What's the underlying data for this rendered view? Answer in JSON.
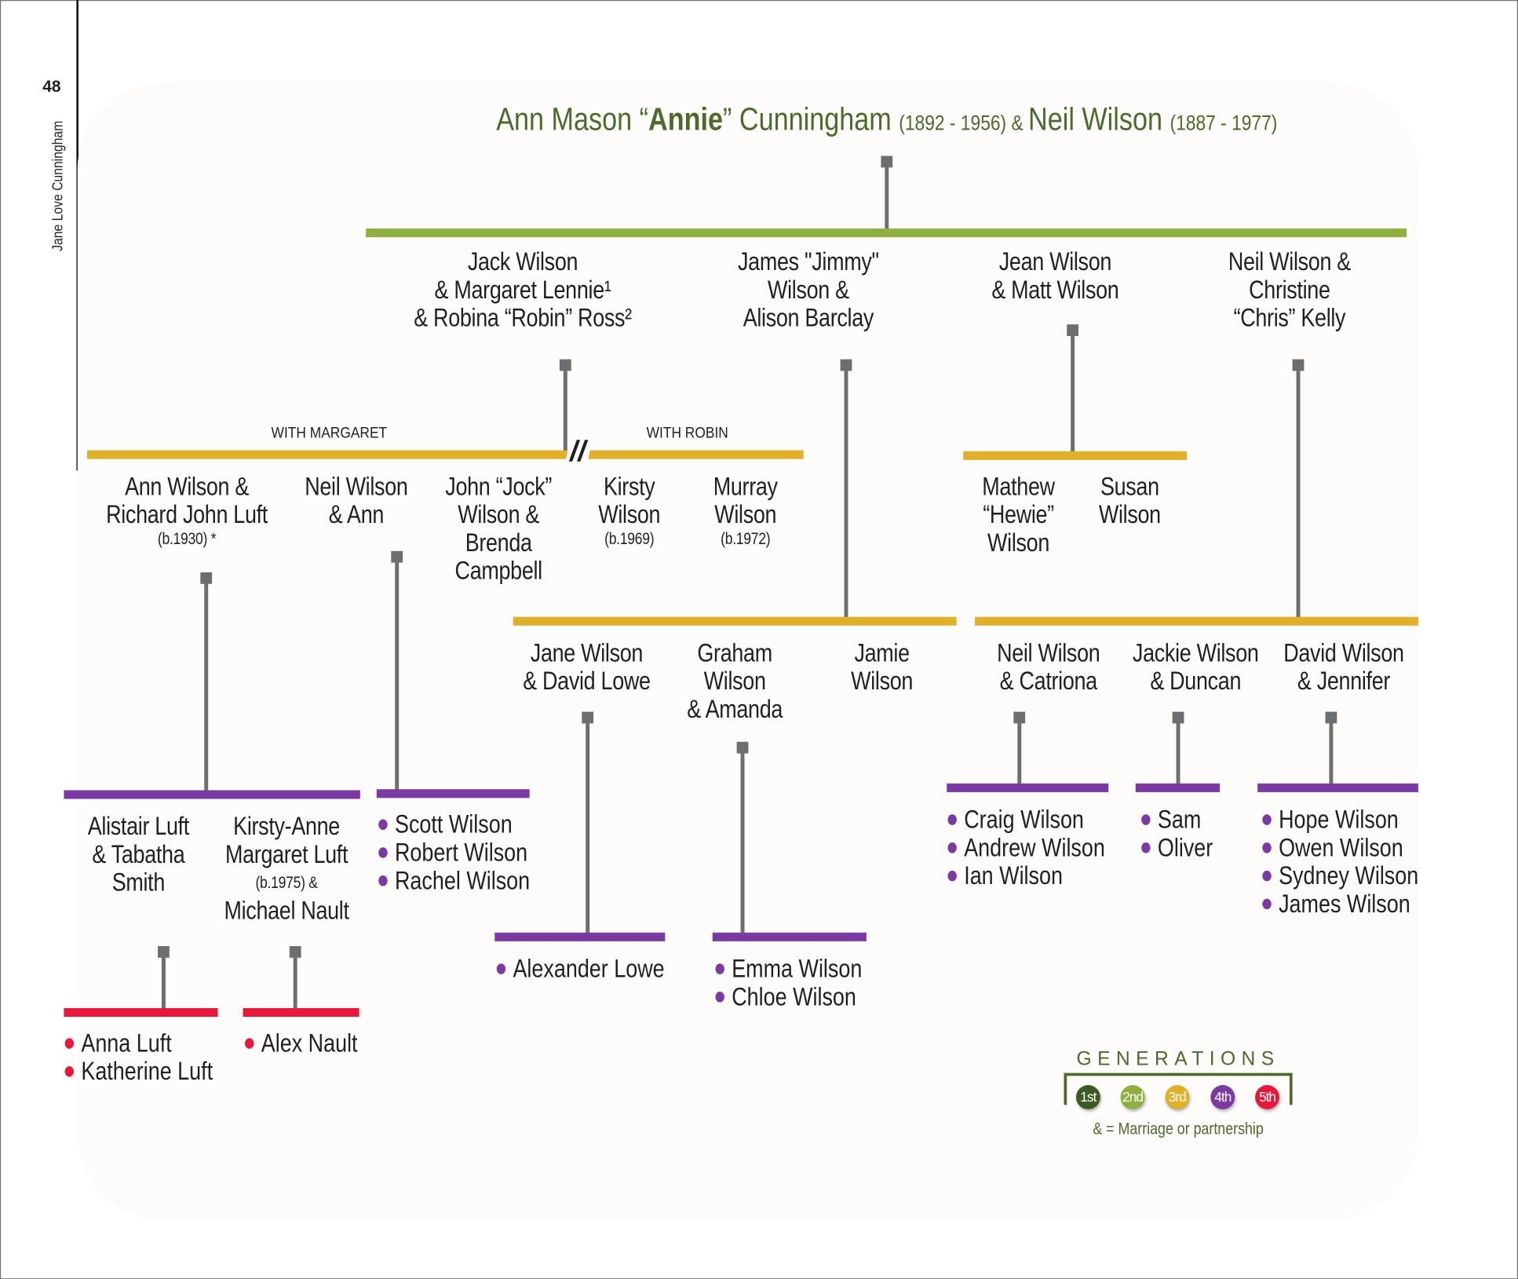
{
  "page": {
    "number": "48",
    "running_title": "Jane Love Cunningham"
  },
  "title": {
    "pre": "Ann Mason “",
    "bold": "Annie",
    "post": "” Cunningham",
    "dates1": "(1892 - 1956) & ",
    "spouse": "Neil Wilson",
    "dates2": "(1887 - 1977)"
  },
  "colors": {
    "gen1": "#3d5a24",
    "gen2": "#8db040",
    "gen3": "#e0b02b",
    "gen4": "#7b3aa1",
    "gen5": "#e8173b",
    "connector": "#6d6e70"
  },
  "gen2": {
    "jack": [
      "Jack Wilson",
      "& Margaret Lennie¹",
      "& Robina “Robin” Ross²"
    ],
    "james": [
      "James \"Jimmy\"",
      "Wilson &",
      "Alison Barclay"
    ],
    "jean": [
      "Jean Wilson",
      "& Matt Wilson"
    ],
    "neil": [
      "Neil Wilson &",
      "Christine",
      "“Chris” Kelly"
    ]
  },
  "labels": {
    "with_margaret": "WITH MARGARET",
    "with_robin": "WITH ROBIN",
    "break_mark": "//"
  },
  "gen3": {
    "ann": [
      "Ann Wilson &",
      "Richard John Luft",
      "(b.1930) *"
    ],
    "neil_ann": [
      "Neil Wilson",
      "& Ann"
    ],
    "john": [
      "John “Jock”",
      "Wilson &",
      "Brenda",
      "Campbell"
    ],
    "kirsty": [
      "Kirsty",
      "Wilson",
      "(b.1969)"
    ],
    "murray": [
      "Murray",
      "Wilson",
      "(b.1972)"
    ],
    "mathew": [
      "Mathew",
      "“Hewie”",
      "Wilson"
    ],
    "susan": [
      "Susan",
      "Wilson"
    ],
    "jane": [
      "Jane Wilson",
      "& David Lowe"
    ],
    "graham": [
      "Graham",
      "Wilson",
      "& Amanda"
    ],
    "jamie": [
      "Jamie",
      "Wilson"
    ],
    "neil_catriona": [
      "Neil Wilson",
      "& Catriona"
    ],
    "jackie": [
      "Jackie Wilson",
      "& Duncan"
    ],
    "david": [
      "David Wilson",
      "& Jennifer"
    ]
  },
  "gen4": {
    "alistair": [
      "Alistair Luft",
      "& Tabatha",
      "Smith"
    ],
    "kirsty_anne": [
      "Kirsty-Anne",
      "Margaret Luft",
      "(b.1975) &",
      "Michael Nault"
    ],
    "neil_ann_children": [
      "Scott Wilson",
      "Robert Wilson",
      "Rachel Wilson"
    ],
    "jane_children": [
      "Alexander Lowe"
    ],
    "graham_children": [
      "Emma Wilson",
      "Chloe Wilson"
    ],
    "neil_catriona_children": [
      "Craig Wilson",
      "Andrew Wilson",
      "Ian Wilson"
    ],
    "jackie_children": [
      "Sam",
      "Oliver"
    ],
    "david_children": [
      "Hope Wilson",
      "Owen Wilson",
      "Sydney Wilson",
      "James Wilson"
    ]
  },
  "gen5": {
    "alistair_children": [
      "Anna Luft",
      "Katherine Luft"
    ],
    "kirsty_anne_children": [
      "Alex Nault"
    ]
  },
  "legend": {
    "title": "GENERATIONS",
    "items": [
      "1st",
      "2nd",
      "3rd",
      "4th",
      "5th"
    ],
    "note": "& = Marriage or partnership"
  }
}
